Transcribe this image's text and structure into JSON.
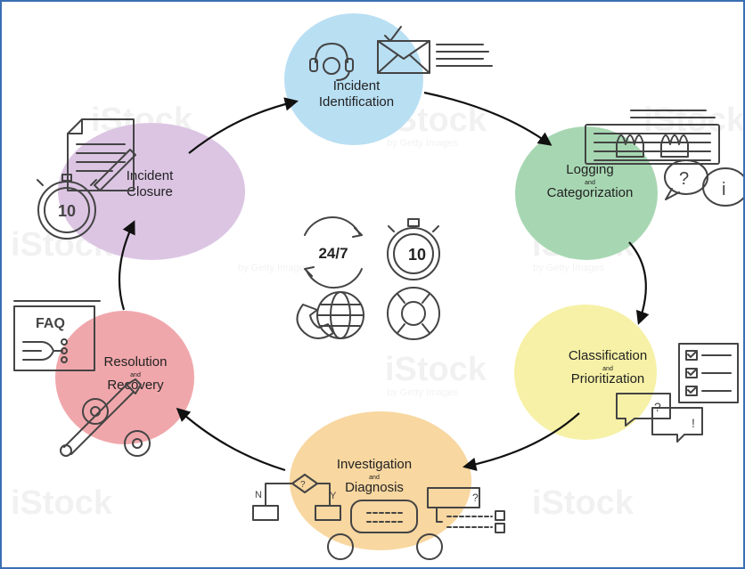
{
  "stages": [
    {
      "id": "identification",
      "line1": "Incident",
      "line2": "Identification",
      "color": "#b9dff3"
    },
    {
      "id": "logging",
      "line1": "Logging",
      "connector": "and",
      "line2": "Categorization",
      "color": "#a7d7b2"
    },
    {
      "id": "classification",
      "line1": "Classification",
      "connector": "and",
      "line2": "Prioritization",
      "color": "#f6f1a6"
    },
    {
      "id": "investigation",
      "line1": "Investigation",
      "connector": "and",
      "line2": "Diagnosis",
      "color": "#f8d7a0"
    },
    {
      "id": "resolution",
      "line1": "Resolution",
      "connector": "and",
      "line2": "Recovery",
      "color": "#f0a7ab"
    },
    {
      "id": "closure",
      "line1": "Incident",
      "line2": "Closure",
      "color": "#dcc5e3"
    }
  ],
  "icons": {
    "faq_label": "FAQ",
    "timer_value": "10",
    "center_timer_value": "10",
    "center_clock_label": "24/7",
    "question_mark": "?",
    "info_mark": "i",
    "exclaim_mark": "!",
    "decision_no": "N",
    "decision_yes": "Y"
  },
  "watermark": {
    "brand": "iStock",
    "tagline": "by Getty Images"
  }
}
